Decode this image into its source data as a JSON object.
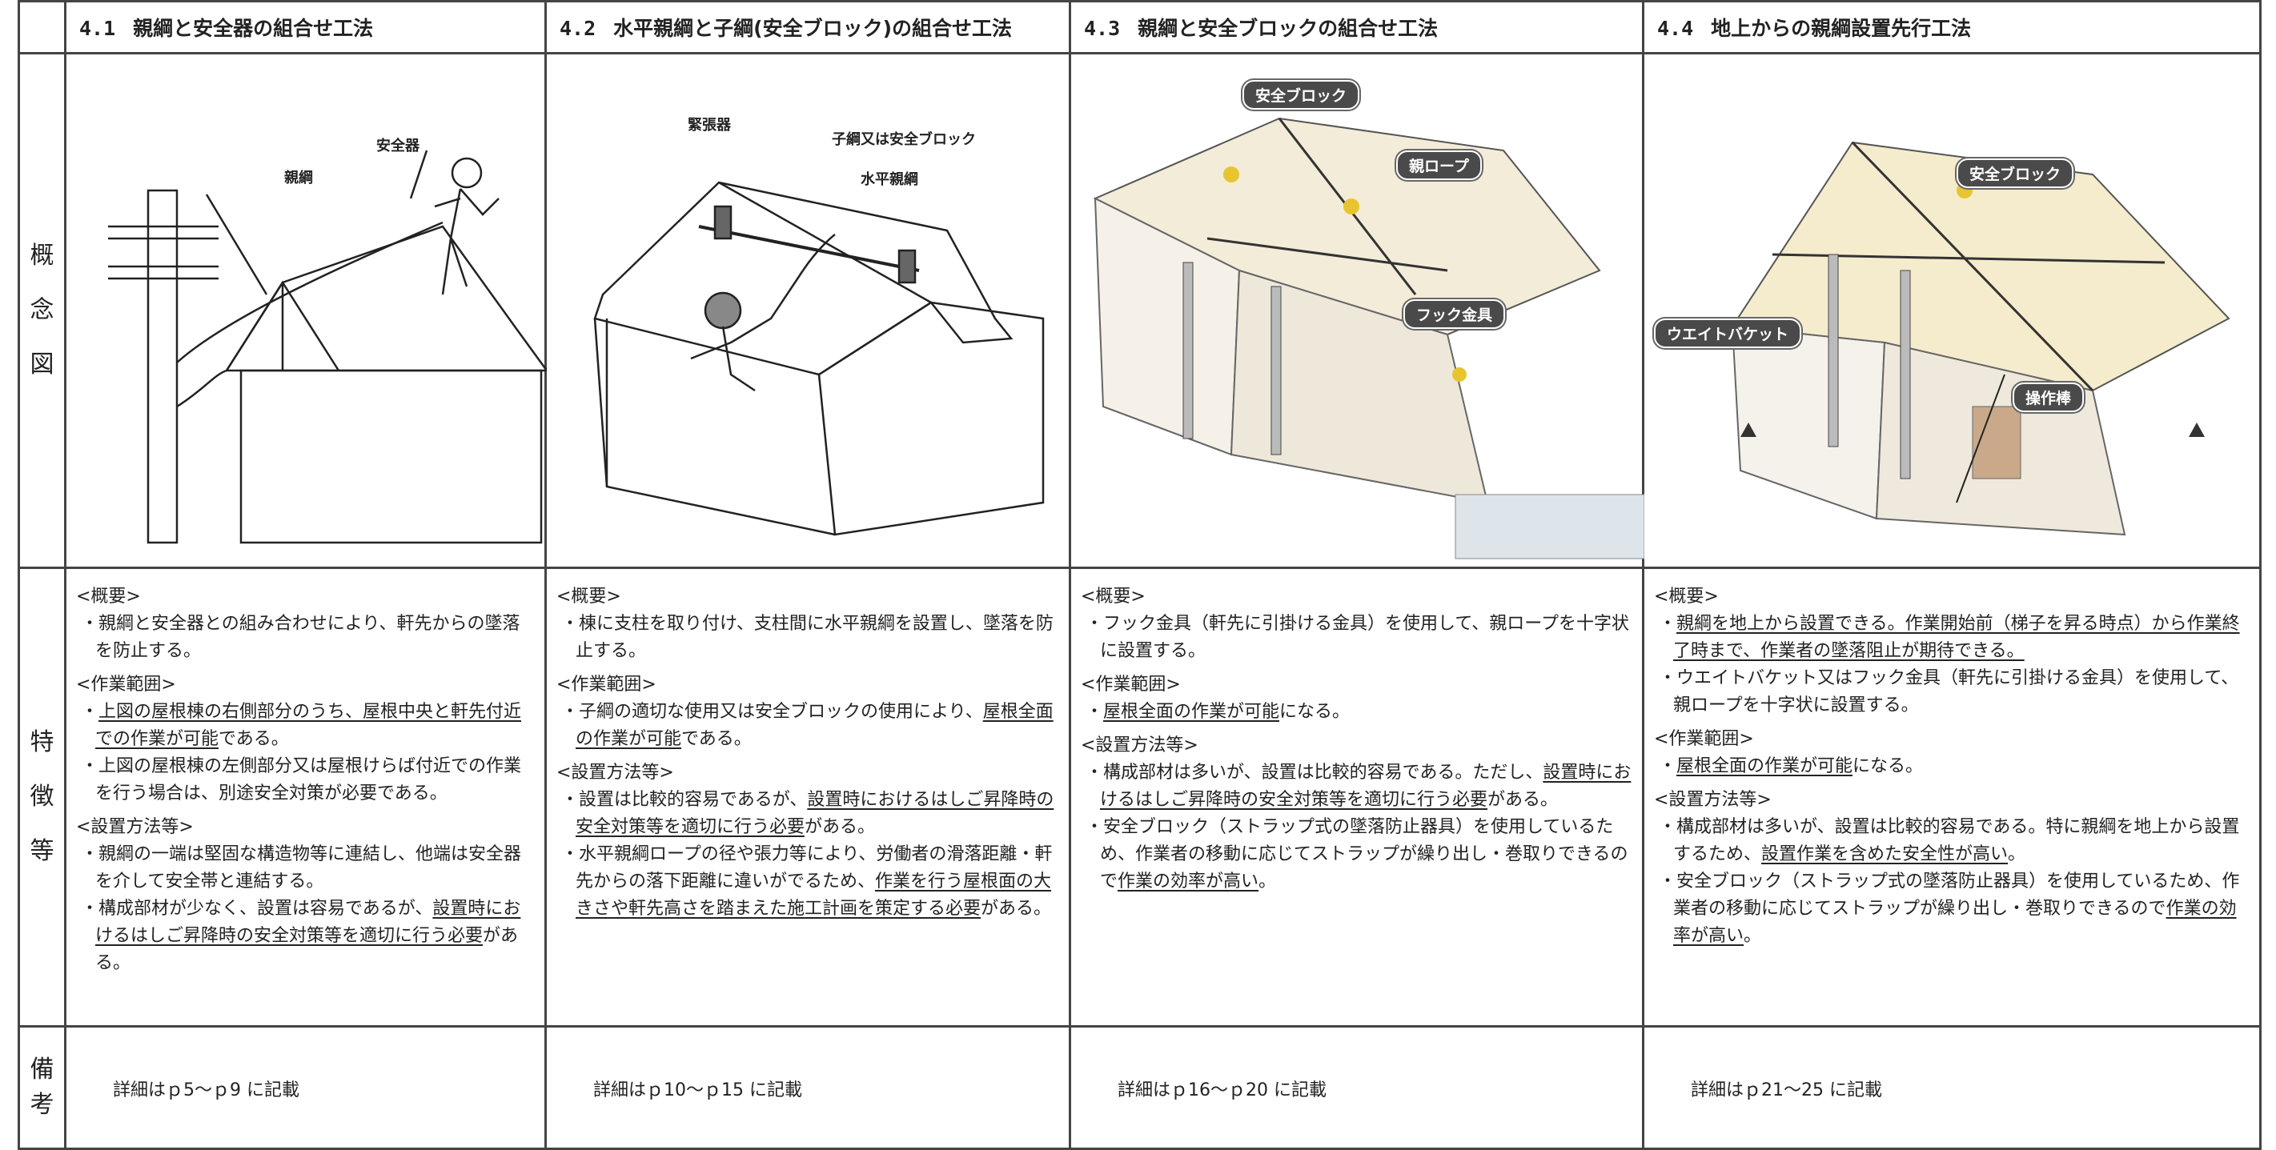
{
  "row_labels": {
    "concept": [
      "概",
      "念",
      "図"
    ],
    "features": [
      "特",
      "徴",
      "等"
    ],
    "remarks": [
      "備",
      "考"
    ]
  },
  "columns": [
    {
      "number": "4.1",
      "title": "親綱と安全器の組合せ工法",
      "figure_labels": {
        "a": "安全器",
        "b": "親綱"
      },
      "sections": [
        {
          "heading": "<概要>",
          "items": [
            [
              {
                "t": "親綱と安全器との組み合わせにより、軒先からの墜落を防止する。",
                "u": false
              }
            ]
          ]
        },
        {
          "heading": "<作業範囲>",
          "items": [
            [
              {
                "t": "上図の屋根棟の右側部分のうち、屋根中央と軒先付近での作業が可能",
                "u": true
              },
              {
                "t": "である。",
                "u": false
              }
            ],
            [
              {
                "t": "上図の屋根棟の左側部分又は屋根けらば付近での作業を行う場合は、別途安全対策が必要である。",
                "u": false
              }
            ]
          ]
        },
        {
          "heading": "<設置方法等>",
          "items": [
            [
              {
                "t": "親綱の一端は堅固な構造物等に連結し、他端は安全器を介して安全帯と連結する。",
                "u": false
              }
            ],
            [
              {
                "t": "構成部材が少なく、設置は容易であるが、",
                "u": false
              },
              {
                "t": "設置時におけるはしご昇降時の安全対策等を適切に行う必要",
                "u": true
              },
              {
                "t": "がある。",
                "u": false
              }
            ]
          ]
        }
      ],
      "note": "詳細はｐ5～ｐ9 に記載"
    },
    {
      "number": "4.2",
      "title": "水平親綱と子綱(安全ブロック)の組合せ工法",
      "figure_labels": {
        "a": "緊張器",
        "b": "子綱又は安全ブロック",
        "c": "水平親綱"
      },
      "sections": [
        {
          "heading": "<概要>",
          "items": [
            [
              {
                "t": "棟に支柱を取り付け、支柱間に水平親綱を設置し、墜落を防止する。",
                "u": false
              }
            ]
          ]
        },
        {
          "heading": "<作業範囲>",
          "items": [
            [
              {
                "t": "子綱の適切な使用又は安全ブロックの使用により、",
                "u": false
              },
              {
                "t": "屋根全面の作業が可能",
                "u": true
              },
              {
                "t": "である。",
                "u": false
              }
            ]
          ]
        },
        {
          "heading": "<設置方法等>",
          "items": [
            [
              {
                "t": "設置は比較的容易であるが、",
                "u": false
              },
              {
                "t": "設置時におけるはしご昇降時の安全対策等を適切に行う必要",
                "u": true
              },
              {
                "t": "がある。",
                "u": false
              }
            ],
            [
              {
                "t": "水平親綱ロープの径や張力等により、労働者の滑落距離・軒先からの落下距離に違いがでるため、",
                "u": false
              },
              {
                "t": "作業を行う屋根面の大きさや軒先高さを踏まえた施工計画を策定する必要",
                "u": true
              },
              {
                "t": "がある。",
                "u": false
              }
            ]
          ]
        }
      ],
      "note": "詳細はｐ10～ｐ15 に記載"
    },
    {
      "number": "4.3",
      "title": "親綱と安全ブロックの組合せ工法",
      "figure_labels": {
        "a": "安全ブロック",
        "b": "親ロープ",
        "c": "フック金具"
      },
      "sections": [
        {
          "heading": "<概要>",
          "items": [
            [
              {
                "t": "フック金具（軒先に引掛ける金具）を使用して、親ロープを十字状に設置する。",
                "u": false
              }
            ]
          ]
        },
        {
          "heading": "<作業範囲>",
          "items": [
            [
              {
                "t": "屋根全面の作業が可能",
                "u": true
              },
              {
                "t": "になる。",
                "u": false
              }
            ]
          ]
        },
        {
          "heading": "<設置方法等>",
          "items": [
            [
              {
                "t": "構成部材は多いが、設置は比較的容易である。ただし、",
                "u": false
              },
              {
                "t": "設置時におけるはしご昇降時の安全対策等を適切に行う必要",
                "u": true
              },
              {
                "t": "がある。",
                "u": false
              }
            ],
            [
              {
                "t": "安全ブロック（ストラップ式の墜落防止器具）を使用しているため、作業者の移動に応じてストラップが繰り出し・巻取りできるので",
                "u": false
              },
              {
                "t": "作業の効率が高い",
                "u": true
              },
              {
                "t": "。",
                "u": false
              }
            ]
          ]
        }
      ],
      "note": "詳細はｐ16～ｐ20 に記載"
    },
    {
      "number": "4.4",
      "title": "地上からの親綱設置先行工法",
      "figure_labels": {
        "a": "安全ブロック",
        "b": "ウエイトバケット",
        "c": "操作棒"
      },
      "sections": [
        {
          "heading": "<概要>",
          "items": [
            [
              {
                "t": "親綱を地上から設置できる。作業開始前（梯子を昇る時点）から作業終了時まで、作業者の墜落阻止が期待できる。",
                "u": true
              }
            ],
            [
              {
                "t": "ウエイトバケット又はフック金具（軒先に引掛ける金具）を使用して、親ロープを十字状に設置する。",
                "u": false
              }
            ]
          ]
        },
        {
          "heading": "<作業範囲>",
          "items": [
            [
              {
                "t": "屋根全面の作業が可能",
                "u": true
              },
              {
                "t": "になる。",
                "u": false
              }
            ]
          ]
        },
        {
          "heading": "<設置方法等>",
          "items": [
            [
              {
                "t": "構成部材は多いが、設置は比較的容易である。特に親綱を地上から設置するため、",
                "u": false
              },
              {
                "t": "設置作業を含めた安全性が高い",
                "u": true
              },
              {
                "t": "。",
                "u": false
              }
            ],
            [
              {
                "t": "安全ブロック（ストラップ式の墜落防止器具）を使用しているため、作業者の移動に応じてストラップが繰り出し・巻取りできるので",
                "u": false
              },
              {
                "t": "作業の効率が高い",
                "u": true
              },
              {
                "t": "。",
                "u": false
              }
            ]
          ]
        }
      ],
      "note": "詳細はｐ21～25 に記載"
    }
  ]
}
